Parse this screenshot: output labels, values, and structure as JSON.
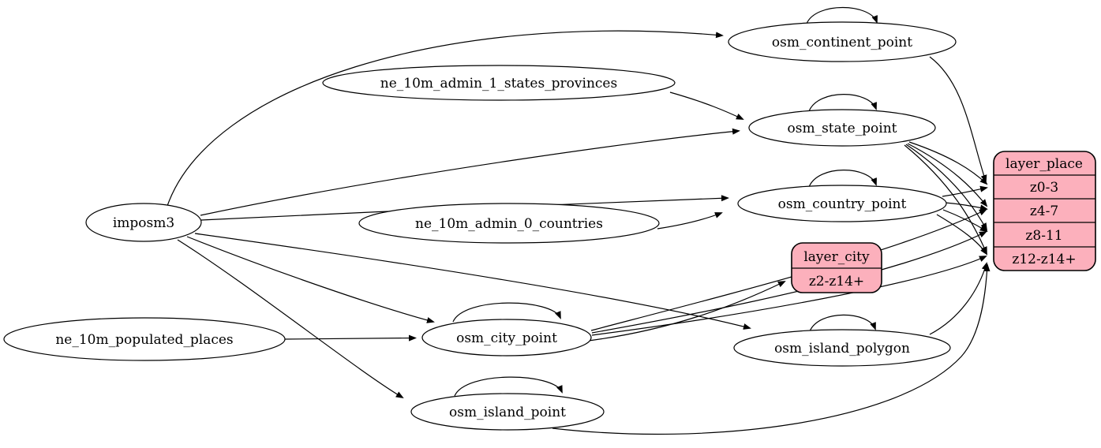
{
  "diagram": {
    "kind": "etl-graph",
    "colors": {
      "background": "#ffffff",
      "node_fill": "#ffffff",
      "record_fill": "#fcb0bc",
      "edge_stroke": "#000000"
    },
    "nodes": {
      "imposm3": "imposm3",
      "ne_admin1": "ne_10m_admin_1_states_provinces",
      "ne_admin0": "ne_10m_admin_0_countries",
      "ne_places": "ne_10m_populated_places",
      "continent": "osm_continent_point",
      "state": "osm_state_point",
      "country": "osm_country_point",
      "city": "osm_city_point",
      "island_polygon": "osm_island_polygon",
      "island_point": "osm_island_point"
    },
    "records": {
      "layer_place": {
        "title": "layer_place",
        "rows": [
          "z0-3",
          "z4-7",
          "z8-11",
          "z12-z14+"
        ]
      },
      "layer_city": {
        "title": "layer_city",
        "rows": [
          "z2-z14+"
        ]
      }
    },
    "edges": [
      {
        "from": "imposm3",
        "to": "osm_continent_point"
      },
      {
        "from": "imposm3",
        "to": "osm_state_point"
      },
      {
        "from": "imposm3",
        "to": "osm_country_point"
      },
      {
        "from": "imposm3",
        "to": "osm_city_point"
      },
      {
        "from": "imposm3",
        "to": "osm_island_polygon"
      },
      {
        "from": "imposm3",
        "to": "osm_island_point"
      },
      {
        "from": "ne_10m_admin_1_states_provinces",
        "to": "osm_state_point"
      },
      {
        "from": "ne_10m_admin_0_countries",
        "to": "osm_country_point"
      },
      {
        "from": "ne_10m_populated_places",
        "to": "osm_city_point"
      },
      {
        "from": "osm_continent_point",
        "to": "osm_continent_point"
      },
      {
        "from": "osm_state_point",
        "to": "osm_state_point"
      },
      {
        "from": "osm_country_point",
        "to": "osm_country_point"
      },
      {
        "from": "osm_city_point",
        "to": "osm_city_point"
      },
      {
        "from": "osm_island_polygon",
        "to": "osm_island_polygon"
      },
      {
        "from": "osm_island_point",
        "to": "osm_island_point"
      },
      {
        "from": "osm_continent_point",
        "to": "layer_place:z0-3"
      },
      {
        "from": "osm_state_point",
        "to": "layer_place:z0-3"
      },
      {
        "from": "osm_state_point",
        "to": "layer_place:z4-7"
      },
      {
        "from": "osm_state_point",
        "to": "layer_place:z8-11"
      },
      {
        "from": "osm_state_point",
        "to": "layer_place:z12-z14+"
      },
      {
        "from": "osm_country_point",
        "to": "layer_place:z0-3"
      },
      {
        "from": "osm_country_point",
        "to": "layer_place:z4-7"
      },
      {
        "from": "osm_country_point",
        "to": "layer_place:z8-11"
      },
      {
        "from": "osm_country_point",
        "to": "layer_place:z12-z14+"
      },
      {
        "from": "osm_city_point",
        "to": "layer_city:z2-z14+"
      },
      {
        "from": "osm_city_point",
        "to": "layer_place:z4-7"
      },
      {
        "from": "osm_city_point",
        "to": "layer_place:z8-11"
      },
      {
        "from": "osm_city_point",
        "to": "layer_place:z12-z14+"
      },
      {
        "from": "osm_island_polygon",
        "to": "layer_place:z12-z14+"
      },
      {
        "from": "osm_island_point",
        "to": "layer_place:z12-z14+"
      }
    ]
  }
}
